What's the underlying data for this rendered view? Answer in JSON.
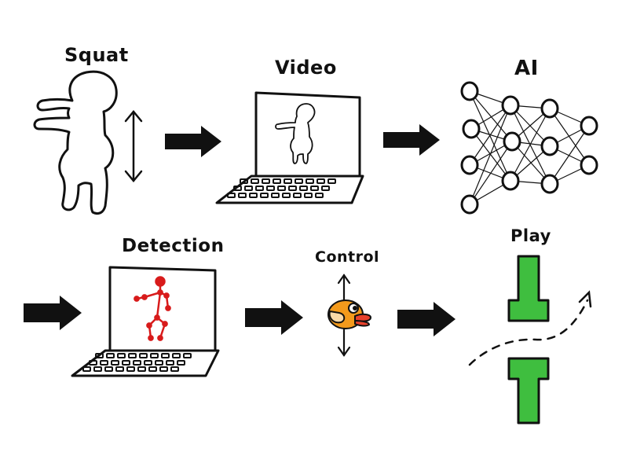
{
  "steps": {
    "squat": "Squat",
    "video": "Video",
    "ai": "AI",
    "detection": "Detection",
    "control": "Control",
    "play": "Play"
  },
  "colors": {
    "ink": "#111111",
    "pipe_green": "#3fbe3f",
    "skeleton_red": "#d81b1b",
    "bird_orange": "#f39a1c",
    "beak_red": "#e8412c"
  },
  "icons": [
    "person-squat-icon",
    "up-down-arrow-icon",
    "laptop-icon",
    "neural-network-icon",
    "skeleton-icon",
    "flappy-bird-icon",
    "pipe-icon",
    "dashed-path-arrow-icon",
    "right-arrow-icon"
  ]
}
